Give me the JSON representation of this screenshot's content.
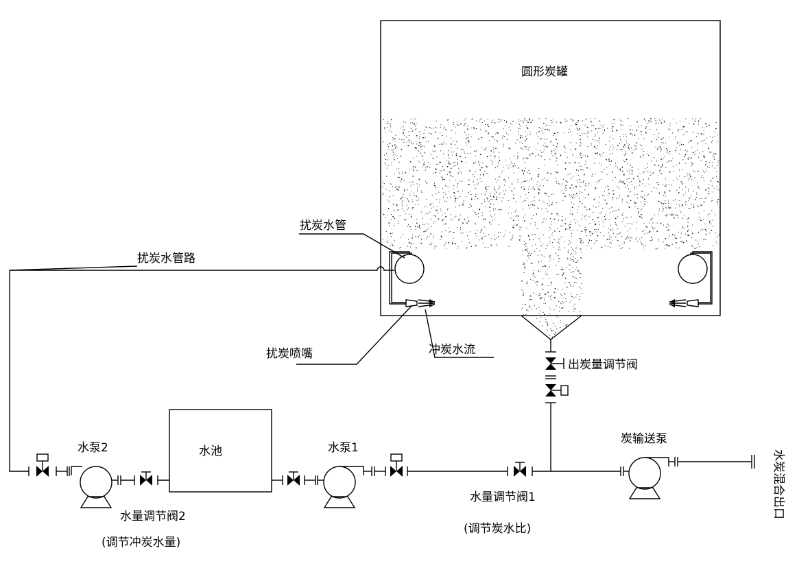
{
  "labels": {
    "tank": "圆形炭罐",
    "stir_pipe": "扰炭水管",
    "stir_pipeline": "扰炭水管路",
    "stir_nozzle": "扰炭喷嘴",
    "flush_flow": "冲炭水流",
    "outlet_valve": "出炭量调节阀",
    "pool": "水池",
    "pump2": "水泵2",
    "pump1": "水泵1",
    "carbon_pump": "炭输送泵",
    "valve2": "水量调节阀2",
    "valve2_note": "(调节冲炭水量)",
    "valve1": "水量调节阀1",
    "valve1_note": "(调节炭水比)",
    "outlet": "水炭混合出口"
  }
}
